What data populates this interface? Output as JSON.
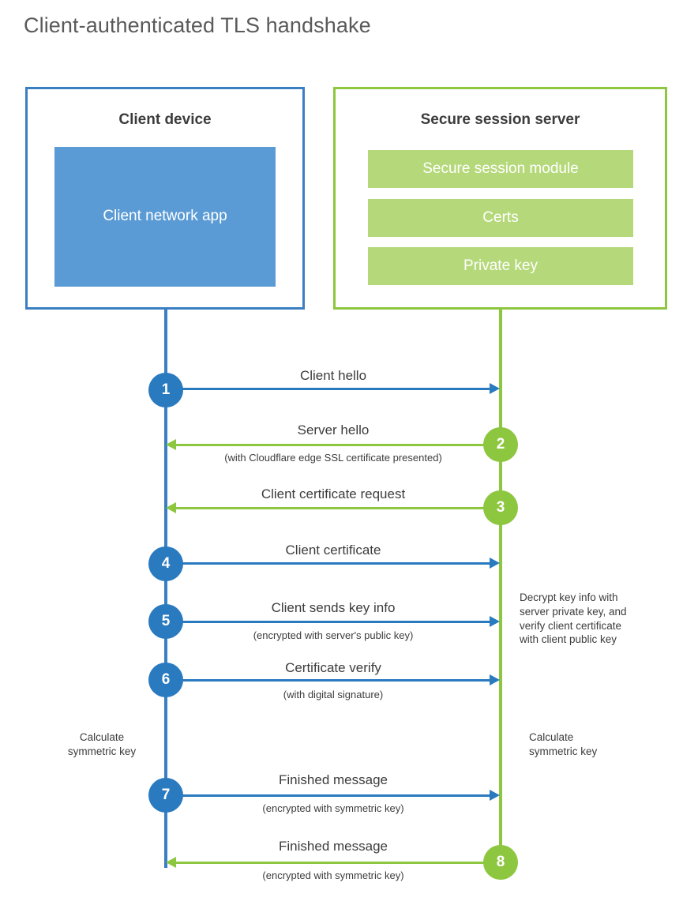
{
  "title": "Client-authenticated TLS handshake",
  "colors": {
    "client_border": "#3a7fc1",
    "client_fill": "#5b9bd5",
    "client_line": "#2a7ac0",
    "server_border": "#8dc63f",
    "server_fill": "#b5d97a",
    "server_line": "#8dc63f",
    "title_text": "#5a5a5a",
    "body_text": "#3c3c3c",
    "background": "#ffffff"
  },
  "client": {
    "title": "Client device",
    "app_label": "Client network app",
    "side_note": "Calculate\nsymmetric key",
    "side_note_line1": "Calculate",
    "side_note_line2": "symmetric key"
  },
  "server": {
    "title": "Secure session server",
    "components": [
      "Secure session module",
      "Certs",
      "Private key"
    ],
    "decrypt_note_line1": "Decrypt key info with",
    "decrypt_note_line2": "server private key, and",
    "decrypt_note_line3": "verify client certificate",
    "decrypt_note_line4": "with client public key",
    "side_note_line1": "Calculate",
    "side_note_line2": "symmetric key"
  },
  "steps": [
    {
      "number": "1",
      "label": "Client hello",
      "sub": "",
      "direction": "client-to-server"
    },
    {
      "number": "2",
      "label": "Server hello",
      "sub": "(with Cloudflare edge SSL certificate presented)",
      "direction": "server-to-client"
    },
    {
      "number": "3",
      "label": "Client certificate request",
      "sub": "",
      "direction": "server-to-client"
    },
    {
      "number": "4",
      "label": "Client certificate",
      "sub": "",
      "direction": "client-to-server"
    },
    {
      "number": "5",
      "label": "Client sends key info",
      "sub": "(encrypted with server's public key)",
      "direction": "client-to-server"
    },
    {
      "number": "6",
      "label": "Certificate verify",
      "sub": "(with digital signature)",
      "direction": "client-to-server"
    },
    {
      "number": "7",
      "label": "Finished message",
      "sub": "(encrypted with symmetric key)",
      "direction": "client-to-server"
    },
    {
      "number": "8",
      "label": "Finished message",
      "sub": "(encrypted with symmetric key)",
      "direction": "server-to-client"
    }
  ]
}
